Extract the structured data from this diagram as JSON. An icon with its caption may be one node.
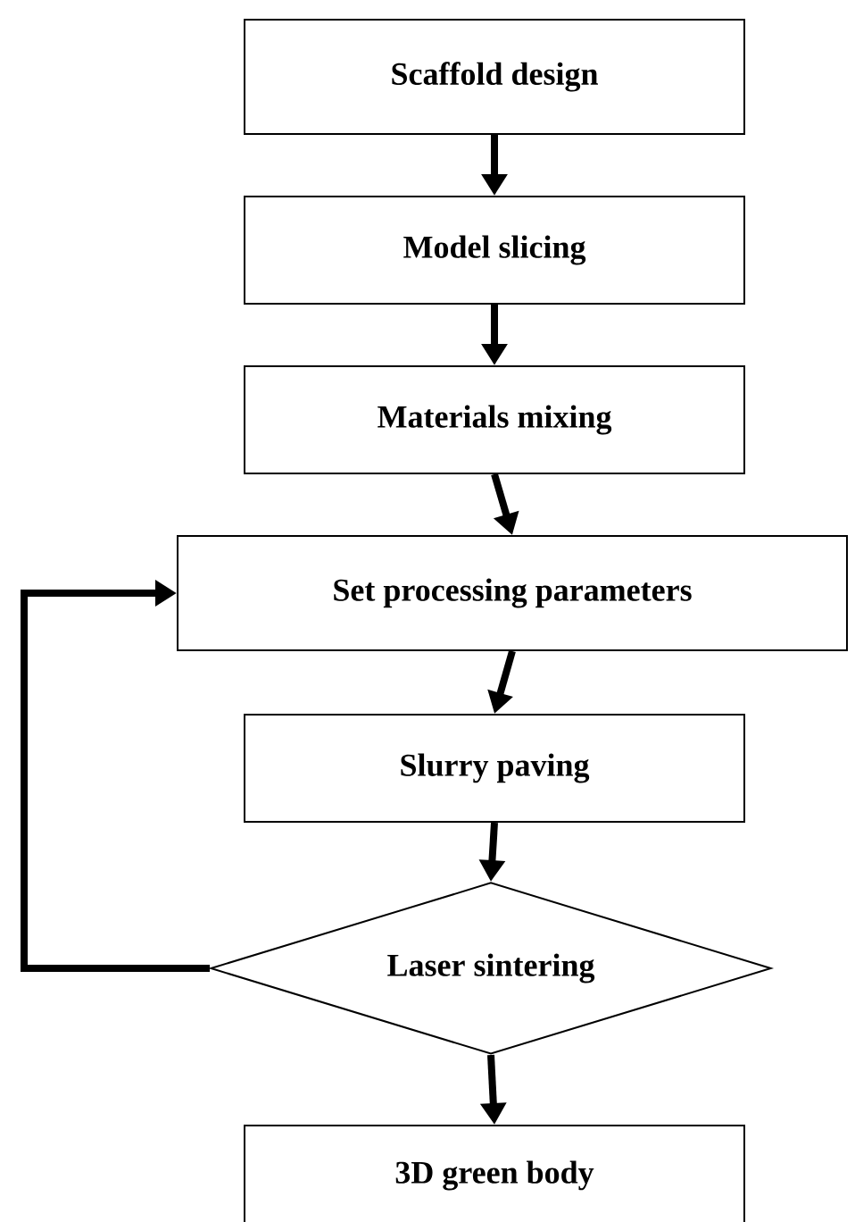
{
  "diagram": {
    "nodes": [
      {
        "text": [
          "Scaffold design"
        ]
      },
      {
        "text": [
          "Model slicing"
        ]
      },
      {
        "text": [
          "Materials mixing"
        ]
      },
      {
        "text": [
          "Set processing parameters"
        ]
      },
      {
        "text": [
          "Slurry paving"
        ]
      },
      {
        "text": [
          "Laser sintering"
        ]
      },
      {
        "text": [
          "3D green body"
        ]
      }
    ],
    "edges": [
      {
        "from": 0,
        "to": 1,
        "arrow": "to"
      },
      {
        "from": 1,
        "to": 2,
        "arrow": "to"
      },
      {
        "from": 2,
        "to": 3,
        "arrow": "to"
      },
      {
        "from": 3,
        "to": 4,
        "arrow": "to"
      },
      {
        "from": 4,
        "to": 5,
        "arrow": "to"
      },
      {
        "from": 5,
        "to": 6,
        "arrow": "to"
      },
      {
        "from": 5,
        "to": 3,
        "arrow": "to"
      }
    ]
  }
}
